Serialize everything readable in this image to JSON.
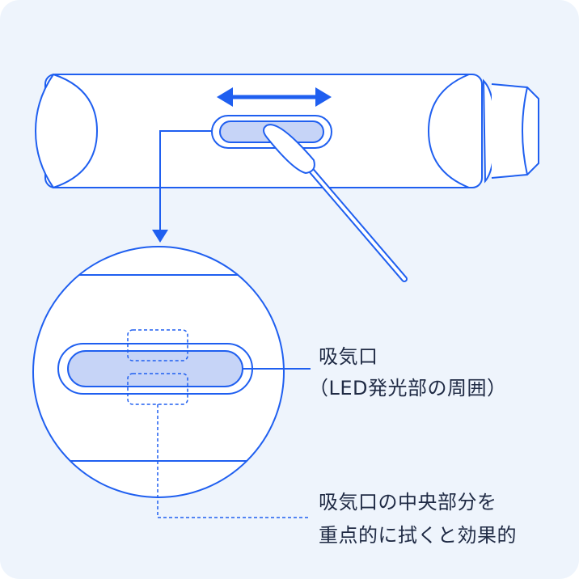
{
  "labels": {
    "intake_title": "吸気口",
    "intake_sub": "（LED発光部の周囲）",
    "tip_line1": "吸気口の中央部分を",
    "tip_line2": "重点的に拭くと効果的"
  },
  "colors": {
    "background": "#eef4fc",
    "line": "#1f5ff0",
    "fill_white": "#ffffff",
    "slot_fill": "#c6d4f7",
    "text": "#1f2a44"
  }
}
